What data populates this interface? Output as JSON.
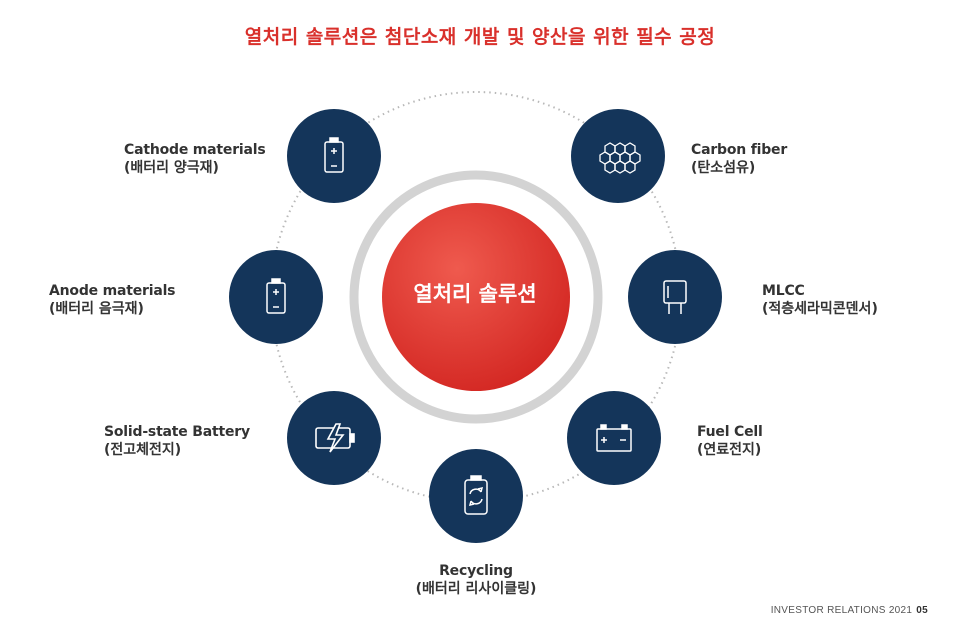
{
  "title": "열처리 솔루션은 첨단소재 개발 및 양산을 위한 필수 공정",
  "center": "열처리 솔루션",
  "nodes": [
    {
      "en": "Cathode materials",
      "ko": "(배터리 양극재)",
      "icon": "battery-icon"
    },
    {
      "en": "Anode materials",
      "ko": "(배터리 음극재)",
      "icon": "battery-icon"
    },
    {
      "en": "Solid-state Battery",
      "ko": "(전고체전지)",
      "icon": "battery-bolt-icon"
    },
    {
      "en": "Recycling",
      "ko": "(배터리 리사이클링)",
      "icon": "recycle-battery-icon"
    },
    {
      "en": "Carbon fiber",
      "ko": "(탄소섬유)",
      "icon": "hexagon-mesh-icon"
    },
    {
      "en": "MLCC",
      "ko": "(적층세라믹콘덴서)",
      "icon": "capacitor-icon"
    },
    {
      "en": "Fuel Cell",
      "ko": "(연료전지)",
      "icon": "fuel-cell-icon"
    }
  ],
  "footer": {
    "text": "INVESTOR RELATIONS 2021",
    "page": "05"
  },
  "colors": {
    "accent": "#d9302b",
    "node": "#14355a",
    "ring": "#d0d0d0"
  }
}
